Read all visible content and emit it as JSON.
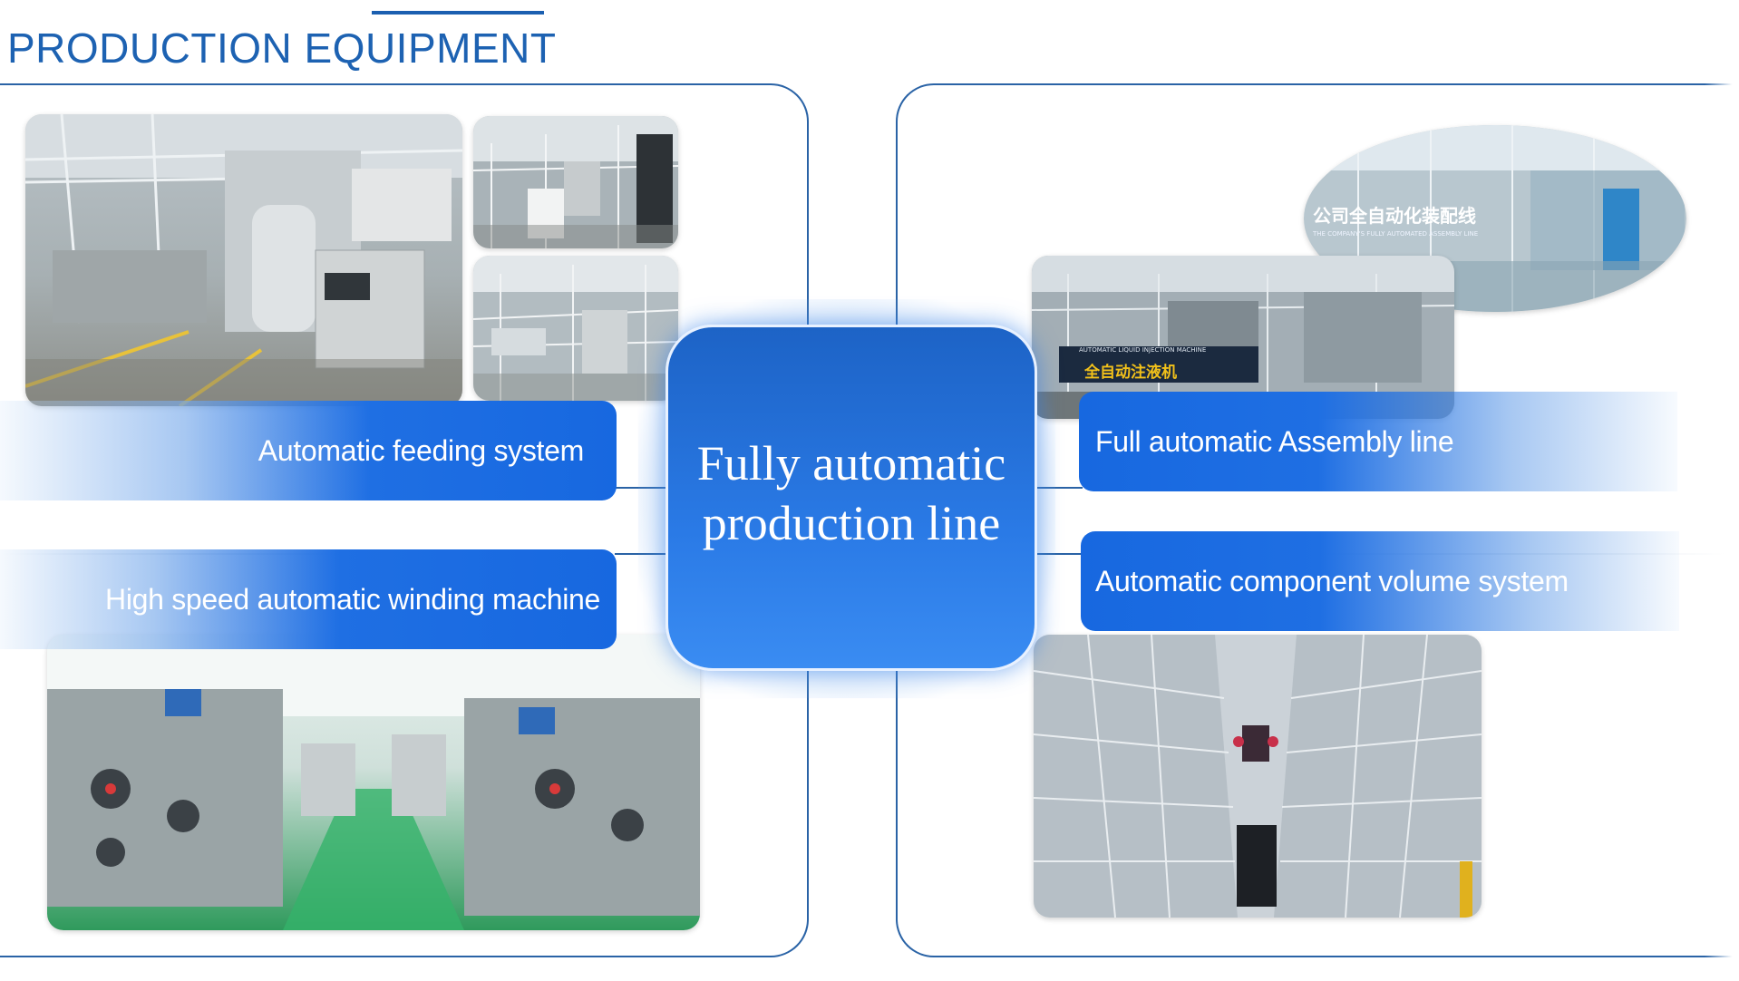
{
  "header": {
    "title": "PRODUCTION EQUIPMENT"
  },
  "center": {
    "title": "Fully automatic production line"
  },
  "sections": {
    "feeding": {
      "label": "Automatic feeding system"
    },
    "winding": {
      "label": "High speed automatic winding machine"
    },
    "assembly": {
      "label": "Full automatic Assembly line"
    },
    "storage": {
      "label": "Automatic component volume system"
    }
  },
  "photo_captions": {
    "assembly_line_cn": "公司全自动化装配线",
    "assembly_line_en": "THE COMPANY'S FULLY AUTOMATED ASSEMBLY LINE",
    "injection_cn": "全自动注液机",
    "injection_en": "AUTOMATIC LIQUID INJECTION MACHINE"
  },
  "colors": {
    "brand_blue": "#1d62b2",
    "band_blue": "#1768e0",
    "frame_blue": "#2a63a6"
  }
}
